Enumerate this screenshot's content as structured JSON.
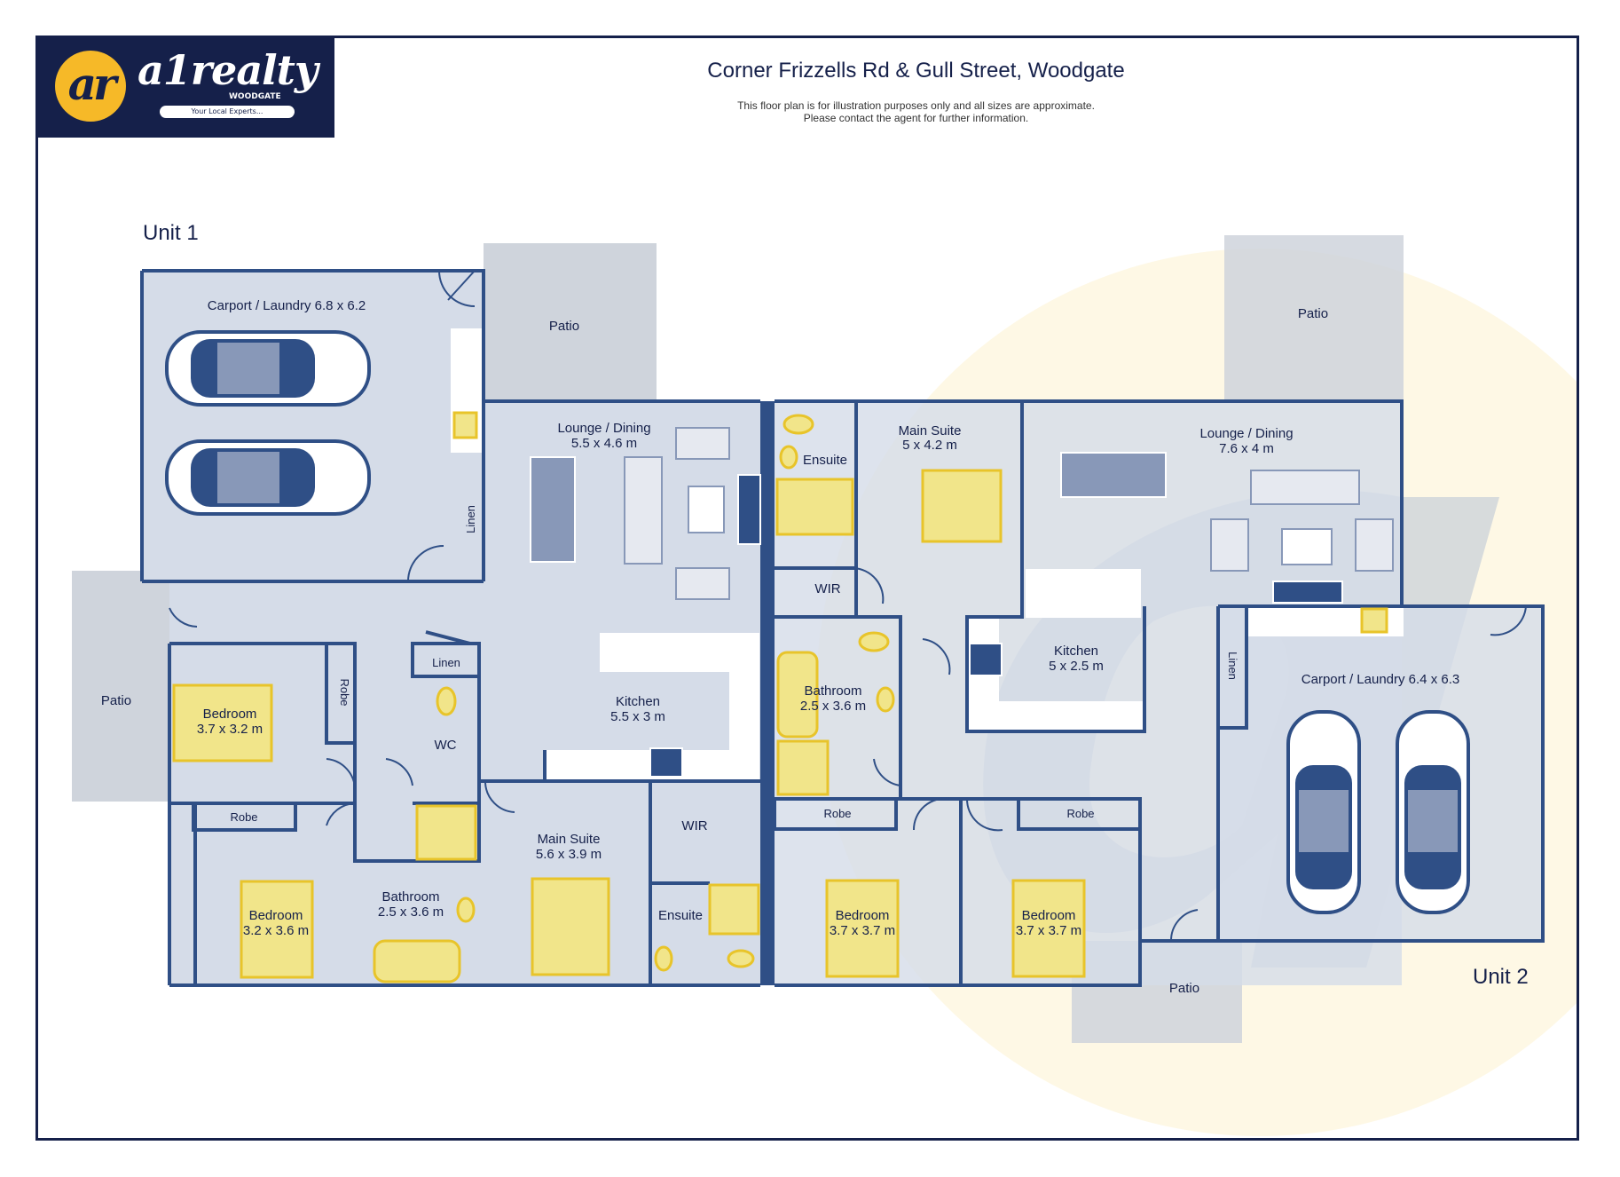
{
  "logo": {
    "mark": "ar",
    "brand": "a1realty",
    "location": "WOODGATE",
    "tagline": "Your Local Experts..."
  },
  "header": {
    "title": "Corner Frizzells Rd & Gull Street, Woodgate",
    "disclaimer_1": "This floor plan is for illustration purposes only and all sizes are approximate.",
    "disclaimer_2": "Please contact the agent for further information."
  },
  "units": {
    "unit1": "Unit 1",
    "unit2": "Unit 2"
  },
  "rooms": {
    "u1_carport": "Carport / Laundry 6.8 x 6.2",
    "u1_patio_top": "Patio",
    "u1_patio_left": "Patio",
    "u1_lounge_name": "Lounge / Dining",
    "u1_lounge_size": "5.5 x 4.6 m",
    "u1_linen": "Linen",
    "u1_linen2": "Linen",
    "u1_kitchen_name": "Kitchen",
    "u1_kitchen_size": "5.5 x 3 m",
    "u1_bed1_name": "Bedroom",
    "u1_bed1_size": "3.7 x 3.2 m",
    "u1_robe_v": "Robe",
    "u1_robe_h": "Robe",
    "u1_wc": "WC",
    "u1_bed2_name": "Bedroom",
    "u1_bed2_size": "3.2 x 3.6 m",
    "u1_bath_name": "Bathroom",
    "u1_bath_size": "2.5 x 3.6 m",
    "u1_main_name": "Main Suite",
    "u1_main_size": "5.6 x 3.9 m",
    "u1_wir": "WIR",
    "u1_ensuite": "Ensuite",
    "u2_ensuite": "Ensuite",
    "u2_main_name": "Main Suite",
    "u2_main_size": "5 x 4.2 m",
    "u2_lounge_name": "Lounge / Dining",
    "u2_lounge_size": "7.6 x 4 m",
    "u2_patio_top": "Patio",
    "u2_wir": "WIR",
    "u2_bath_name": "Bathroom",
    "u2_bath_size": "2.5 x 3.6 m",
    "u2_kitchen_name": "Kitchen",
    "u2_kitchen_size": "5 x 2.5 m",
    "u2_linen": "Linen",
    "u2_carport": "Carport / Laundry 6.4 x 6.3",
    "u2_robe1": "Robe",
    "u2_robe2": "Robe",
    "u2_bed1_name": "Bedroom",
    "u2_bed1_size": "3.7 x 3.7 m",
    "u2_bed2_name": "Bedroom",
    "u2_bed2_size": "3.7 x 3.7 m",
    "u2_patio_bottom": "Patio"
  },
  "colors": {
    "navy": "#15204a",
    "wall": "#2f4f86",
    "floor": "#d5dce8",
    "fixture": "#f1e58a",
    "accent": "#f6b928",
    "patio": "#cfd4dc"
  }
}
